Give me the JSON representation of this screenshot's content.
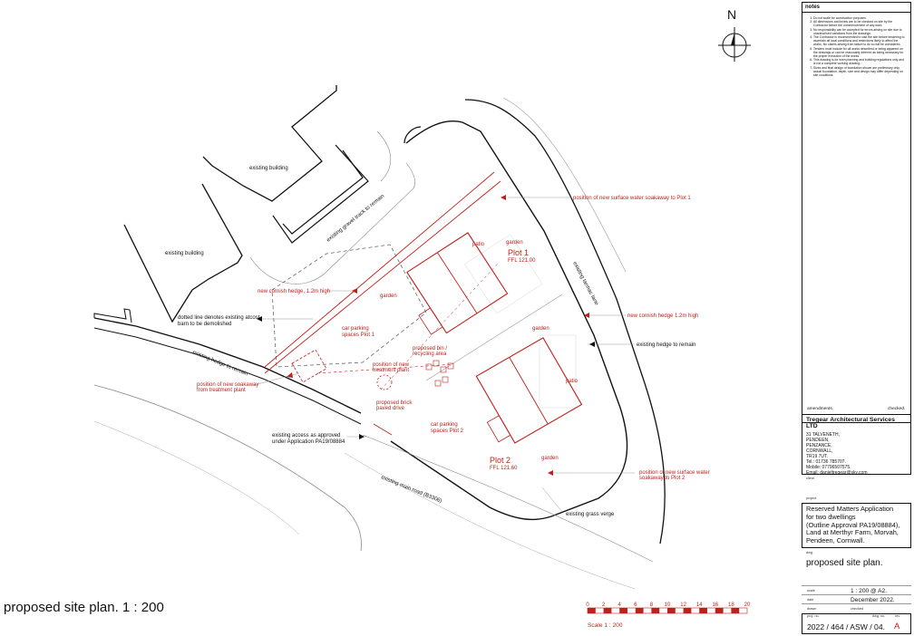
{
  "drawing_title": "proposed site plan.  1 : 200",
  "north_label": "N",
  "plan_labels": {
    "existing_building_1": "existing building",
    "existing_building_2": "existing building",
    "gravel_track": "existing gravel track to remain",
    "tarmac_lane": "existing tarmac lane",
    "hedge_remain_left": "existing hedge to remain",
    "hedge_remain_right": "existing hedge to remain",
    "dotted_line_note": "dotted line denotes existing atcost barn to be demolished",
    "access_note": "existing access as approved under Application PA19/08884",
    "main_road": "existing main road (B3306)",
    "grass_verge": "existing grass verge",
    "soakaway_plot1": "position of new surface water soakaway to Plot 1",
    "hedge_new_left": "new cornish hedge, 1.2m high",
    "hedge_new_right": "new cornish hedge 1.2m high",
    "garden_1": "garden",
    "patio_1": "patio",
    "garden_1b": "garden",
    "plot1_name": "Plot 1",
    "plot1_ffl": "FFL 121.00",
    "car_parking_1": "car parking spaces Plot 1",
    "bin_store": "proposed bin / recycling area",
    "treatment_plant": "position of new treatment plant",
    "soakaway_treatment": "position of new soakaway from treatment plant",
    "paved_drive": "proposed brick paved drive",
    "car_parking_2": "car parking spaces Plot 2",
    "garden_2": "garden",
    "patio_2": "patio",
    "garden_2b": "garden",
    "plot2_name": "Plot 2",
    "plot2_ffl": "FFL 121.60",
    "soakaway_plot2": "position of new surface water soakaway to Plot 2"
  },
  "scale_bar": {
    "ticks": [
      "0",
      "2",
      "4",
      "6",
      "8",
      "10",
      "12",
      "14",
      "16",
      "18",
      "20"
    ],
    "caption": "Scale 1 : 200"
  },
  "title_block": {
    "notes_title": "notes",
    "notes": [
      "Do not scale for construction purposes.",
      "All dimensions and levels are to be checked on site by the Contractor before the commencement of any work.",
      "No responsibility can be accepted for errors arising on site due to unauthorised variations from the drawings.",
      "The Contractor is recommended to visit the site before tendering to ascertain all local conditions and restrictions likely to affect the works. No claims arising from failure to do so will be considered.",
      "Tenders must include for all works described or being apparent on the drawings or can be reasonably inferred as being necessary for the proper execution of the works.",
      "This drawing is for town planning and building regulations only and is not a complete working drawing.",
      "Sizes and final design of foundation shown are preliminary only, actual foundation, depth, size and design may differ depending on site conditions."
    ],
    "amendments_label": "amendments.",
    "checked_label": "checked.",
    "company_name": "Tregear Architectural Services LTD",
    "address_lines": [
      "31 TALVENETH,",
      "PENDEEN,",
      "PENZANCE,",
      "CORNWALL,",
      "TR19 7UT.",
      "Tel.: 01736 785707.",
      "Mobile: 07796507575.",
      "Email: danieltregear@sky.com"
    ],
    "client_label": "client",
    "project_label": "project",
    "project_lines": [
      "Reserved Matters Application",
      "for two dwellings",
      "(Outline Approval PA19/08884),",
      "Land at Merthyr Farm, Morvah,",
      "Pendeen, Cornwall."
    ],
    "dwg_label": "dwg.",
    "dwg_title": "proposed site plan.",
    "scale_label": "scale",
    "scale_value": "1 : 200 @ A2.",
    "date_label": "date",
    "date_value": "December 2022.",
    "drawn_label": "drawn",
    "checked_short": "checked",
    "proj_no_label": "proj. no.",
    "dwg_no_label": "dwg. no.",
    "rev_label": "rev",
    "reference": "2022 / 464 / ASW / 04.",
    "revision": "A"
  },
  "colors": {
    "proposal_red": "#c0201b",
    "line_black": "#111111"
  }
}
